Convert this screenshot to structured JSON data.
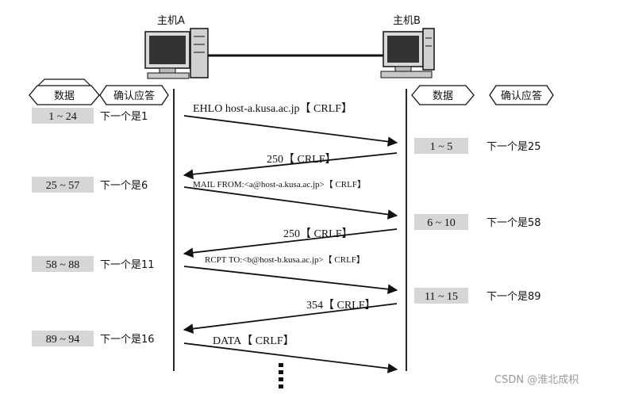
{
  "host_a": {
    "label": "主机A"
  },
  "host_b": {
    "label": "主机B"
  },
  "columns": {
    "left_data": "数据",
    "left_ack": "确认应答",
    "right_data": "数据",
    "right_ack": "确认应答"
  },
  "left_rows": [
    {
      "data": "1 ~ 24",
      "ack": "下一个是1"
    },
    {
      "data": "25 ~ 57",
      "ack": "下一个是6"
    },
    {
      "data": "58 ~ 88",
      "ack": "下一个是11"
    },
    {
      "data": "89 ~ 94",
      "ack": "下一个是16"
    }
  ],
  "right_rows": [
    {
      "data": "1 ~ 5",
      "ack": "下一个是25"
    },
    {
      "data": "6 ~ 10",
      "ack": "下一个是58"
    },
    {
      "data": "11 ~ 15",
      "ack": "下一个是89"
    }
  ],
  "messages": [
    {
      "text": "EHLO host-a.kusa.ac.jp【 CRLF】",
      "direction": "a_to_b"
    },
    {
      "text": "250【 CRLF】",
      "direction": "b_to_a"
    },
    {
      "text": "MAIL FROM:<a@host-a.kusa.ac.jp>【 CRLF】",
      "direction": "a_to_b"
    },
    {
      "text": "250【 CRLF】",
      "direction": "b_to_a"
    },
    {
      "text": "RCPT TO:<b@host-b.kusa.ac.jp>【 CRLF】",
      "direction": "a_to_b"
    },
    {
      "text": "354【 CRLF】",
      "direction": "b_to_a"
    },
    {
      "text": "DATA【 CRLF】",
      "direction": "a_to_b"
    }
  ],
  "watermark": "CSDN @淮北成枳"
}
